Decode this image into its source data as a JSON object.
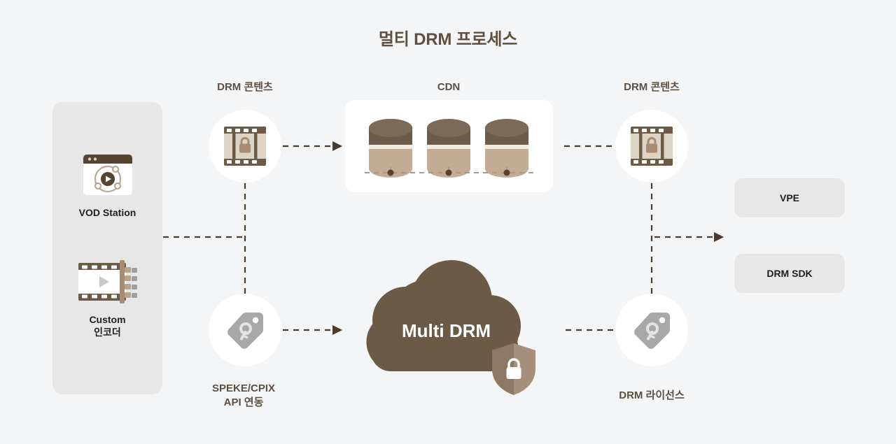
{
  "title": "멀티 DRM 프로세스",
  "colors": {
    "background": "#f4f5f7",
    "brand_brown": "#5e4f3e",
    "cloud": "#6b5b46",
    "film_dark": "#6b5a46",
    "film_light": "#ded4c6",
    "shield": "#a6907b",
    "shield_shade": "#8d7765",
    "key_gray": "#a8a8a8",
    "panel_gray": "#e7e7e7",
    "card_white": "#ffffff",
    "cyl_top": "#6b5b4a",
    "cyl_mid": "#f1ebe2",
    "cyl_bottom": "#c4ac94",
    "text_dark": "#1f1f1f",
    "dash": "#4a3b2d"
  },
  "source_panel": {
    "items": [
      {
        "label": "VOD Station",
        "icon": "vod-browser-play-icon"
      },
      {
        "label": "Custom\n인코더",
        "icon": "film-encoder-icon"
      }
    ]
  },
  "columns": {
    "drm_content_left": "DRM 콘텐츠",
    "cdn": "CDN",
    "drm_content_right": "DRM 콘텐츠"
  },
  "nodes": {
    "speke": {
      "label": "SPEKE/CPIX\nAPI 연동",
      "icon": "key-tag-icon"
    },
    "license": {
      "label": "DRM 라이선스",
      "icon": "key-tag-icon"
    },
    "drm_content_icon": "film-lock-icon"
  },
  "cloud": {
    "label": "Multi DRM",
    "icon": "cloud-icon",
    "badge_icon": "shield-lock-icon"
  },
  "cdn": {
    "nodes": [
      {
        "icon": "database-cylinder-icon"
      },
      {
        "icon": "database-cylinder-icon"
      },
      {
        "icon": "database-cylinder-icon"
      }
    ]
  },
  "outputs": [
    {
      "label": "VPE"
    },
    {
      "label": "DRM SDK"
    }
  ]
}
